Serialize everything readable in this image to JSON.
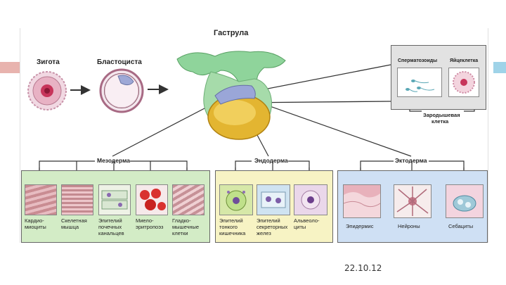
{
  "slide": {
    "date": "22.10.12"
  },
  "top": {
    "gastrula": "Гаструла",
    "zygote": "Зигота",
    "blastocyst": "Бластоциста"
  },
  "germline": {
    "sperm": "Сперматозоиды",
    "egg": "Яйцеклетка",
    "germ_cell_l1": "Зародышевая",
    "germ_cell_l2": "клетка"
  },
  "layers": {
    "mesoderm": "Мезодерма",
    "endoderm": "Эндодерма",
    "ectoderm": "Эктодерма"
  },
  "mesoderm_cells": [
    {
      "l1": "Кардио-",
      "l2": "миоциты",
      "l3": ""
    },
    {
      "l1": "Скелетная",
      "l2": "мышца",
      "l3": ""
    },
    {
      "l1": "Эпителий",
      "l2": "почечных",
      "l3": "канальцев"
    },
    {
      "l1": "Миело-",
      "l2": "эритропоэз",
      "l3": ""
    },
    {
      "l1": "Гладко-",
      "l2": "мышечные",
      "l3": "клетки"
    }
  ],
  "endoderm_cells": [
    {
      "l1": "Эпителий",
      "l2": "тонкого",
      "l3": "кишечника"
    },
    {
      "l1": "Эпителий",
      "l2": "секреторных",
      "l3": "желез"
    },
    {
      "l1": "Альвеоло-",
      "l2": "циты",
      "l3": ""
    }
  ],
  "ectoderm_cells": [
    {
      "l1": "Эпидермис"
    },
    {
      "l1": "Нейроны"
    },
    {
      "l1": "Себациты"
    }
  ],
  "colors": {
    "mesoderm_bg": "#d3ecc6",
    "endoderm_bg": "#f7f3c4",
    "ectoderm_bg": "#cfe0f4",
    "germline_bg": "#e2e2e2",
    "accent_left": "#e8b3ae",
    "accent_right": "#9fd3e8"
  }
}
